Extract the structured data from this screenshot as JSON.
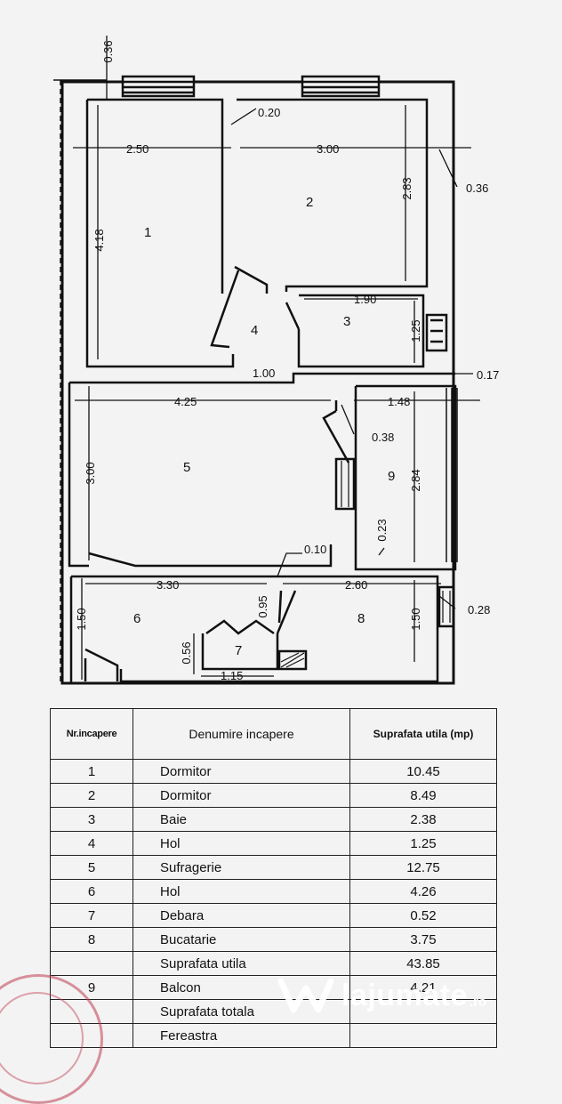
{
  "dimensions": {
    "top_wall": "0.36",
    "int_wall": "0.20",
    "room1_width": "2.50",
    "room2_width": "3.00",
    "right_wall": "0.36",
    "room1_height": "4.18",
    "room2_height": "2.83",
    "bath_width": "1.90",
    "bath_height": "1.25",
    "hall_width": "1.00",
    "wall_017": "0.17",
    "living_width": "4.25",
    "balcony_width": "1.48",
    "wall_038": "0.38",
    "living_height": "3.00",
    "balcony_height": "2.84",
    "wall_023": "0.23",
    "wall_010": "0.10",
    "hall6_width": "3.30",
    "wall_095": "0.95",
    "kitchen_width": "2.60",
    "kitchen_right_wall": "0.28",
    "hall6_height": "1.50",
    "kitchen_height": "1.50",
    "storage_height": "0.56",
    "storage_width": "1.15"
  },
  "rooms": [
    "1",
    "2",
    "3",
    "4",
    "5",
    "6",
    "7",
    "8",
    "9"
  ],
  "table": {
    "headers": [
      "Nr.incapere",
      "Denumire incapere",
      "Suprafata utila (mp)"
    ],
    "rows": [
      {
        "nr": "1",
        "name": "Dormitor",
        "area": "10.45"
      },
      {
        "nr": "2",
        "name": "Dormitor",
        "area": "8.49"
      },
      {
        "nr": "3",
        "name": "Baie",
        "area": "2.38"
      },
      {
        "nr": "4",
        "name": "Hol",
        "area": "1.25"
      },
      {
        "nr": "5",
        "name": "Sufragerie",
        "area": "12.75"
      },
      {
        "nr": "6",
        "name": "Hol",
        "area": "4.26"
      },
      {
        "nr": "7",
        "name": "Debara",
        "area": "0.52"
      },
      {
        "nr": "8",
        "name": "Bucatarie",
        "area": "3.75"
      },
      {
        "nr": "",
        "name": "Suprafata utila",
        "area": "43.85"
      },
      {
        "nr": "9",
        "name": "Balcon",
        "area": "4.21"
      },
      {
        "nr": "",
        "name": "Suprafata totala",
        "area": ""
      },
      {
        "nr": "",
        "name": "Fereastra",
        "area": ""
      }
    ]
  },
  "watermark": {
    "brand": "lajumate",
    "tld": ".ro"
  },
  "colors": {
    "ink": "#111111",
    "paper": "#f3f3f3",
    "stamp": "#be3c50"
  }
}
